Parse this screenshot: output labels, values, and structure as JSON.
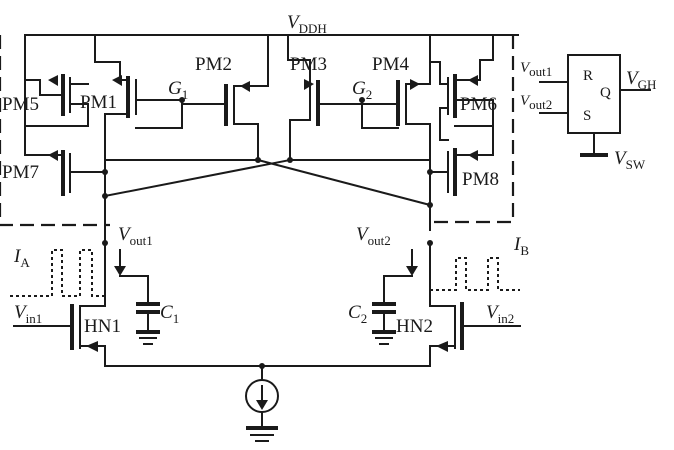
{
  "labels": {
    "supply": "V",
    "supply_sub": "DDH",
    "pm1": "PM1",
    "pm2": "PM2",
    "pm3": "PM3",
    "pm4": "PM4",
    "pm5": "PM5",
    "pm6": "PM6",
    "pm7": "PM7",
    "pm8": "PM8",
    "g1": "G",
    "g1_sub": "1",
    "g2": "G",
    "g2_sub": "2",
    "vout1": "V",
    "vout1_sub": "out1",
    "vout2": "V",
    "vout2_sub": "out2",
    "ia": "I",
    "ia_sub": "A",
    "ib": "I",
    "ib_sub": "B",
    "vin1": "V",
    "vin1_sub": "in1",
    "vin2": "V",
    "vin2_sub": "in2",
    "c1": "C",
    "c1_sub": "1",
    "c2": "C",
    "c2_sub": "2",
    "hn1": "HN1",
    "hn2": "HN2"
  },
  "latch": {
    "in1": "V",
    "in1_sub": "out1",
    "in2": "V",
    "in2_sub": "out2",
    "r": "R",
    "s": "S",
    "q": "Q",
    "out": "V",
    "out_sub": "GH",
    "vss": "V",
    "vss_sub": "SW"
  }
}
